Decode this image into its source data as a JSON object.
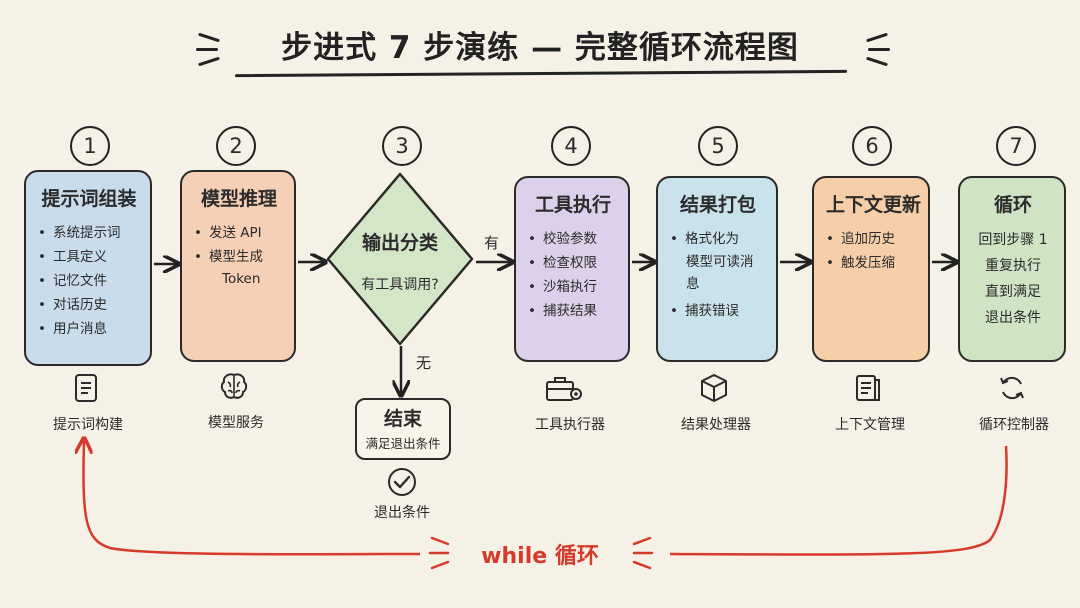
{
  "title": "步进式 7 步演练 — 完整循环流程图",
  "steps": [
    {
      "num": "1",
      "title": "提示词组装",
      "items": [
        "系统提示词",
        "工具定义",
        "记忆文件",
        "对话历史",
        "用户消息"
      ],
      "caption": "提示词构建",
      "icon": "document-icon"
    },
    {
      "num": "2",
      "title": "模型推理",
      "items": [
        "发送 API",
        "模型生成"
      ],
      "extra": "Token",
      "caption": "模型服务",
      "icon": "brain-icon"
    },
    {
      "num": "3",
      "title": "输出分类",
      "question": "有工具调用?",
      "yes": "有",
      "no": "无",
      "icon": "check-icon"
    },
    {
      "num": "4",
      "title": "工具执行",
      "items": [
        "校验参数",
        "检查权限",
        "沙箱执行",
        "捕获结果"
      ],
      "caption": "工具执行器",
      "icon": "toolbox-icon"
    },
    {
      "num": "5",
      "title": "结果打包",
      "items": [
        "格式化为",
        "捕获错误"
      ],
      "extra": "模型可读消息",
      "caption": "结果处理器",
      "icon": "package-icon"
    },
    {
      "num": "6",
      "title": "上下文更新",
      "items": [
        "追加历史",
        "触发压缩"
      ],
      "caption": "上下文管理",
      "icon": "notes-icon"
    },
    {
      "num": "7",
      "title": "循环",
      "lines": [
        "回到步骤 1",
        "重复执行",
        "直到满足",
        "退出条件"
      ],
      "caption": "循环控制器",
      "icon": "refresh-icon"
    }
  ],
  "end": {
    "title": "结束",
    "sub": "满足退出条件",
    "caption": "退出条件"
  },
  "loop_label": "while 循环"
}
